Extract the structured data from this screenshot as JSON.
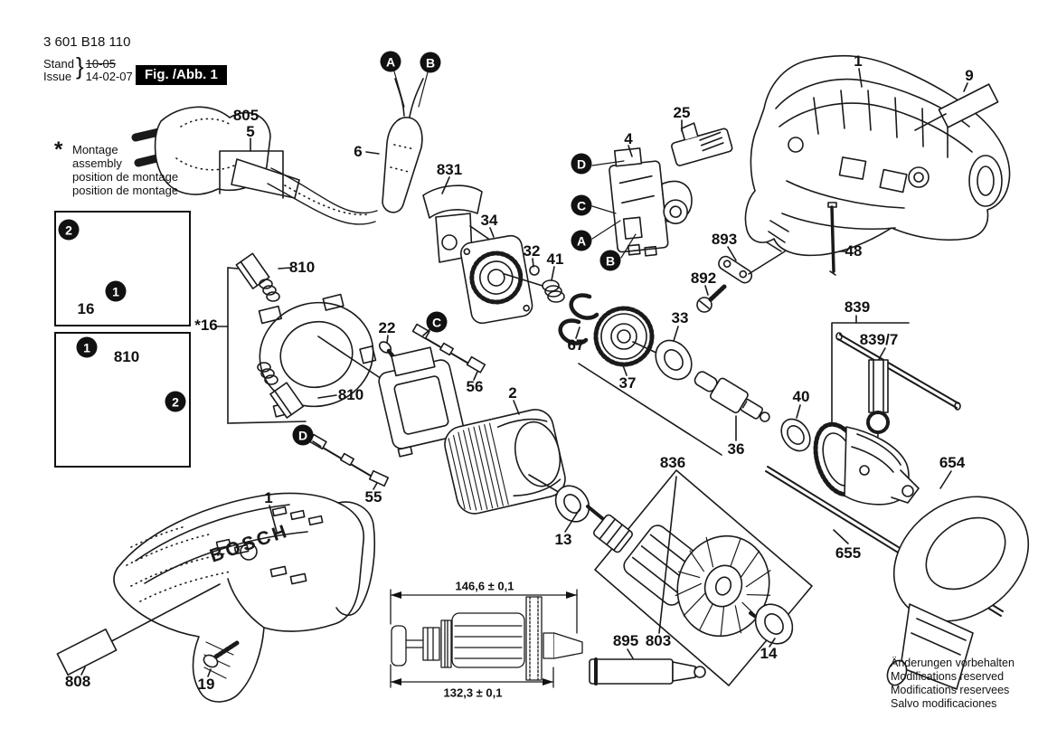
{
  "header": {
    "part_number": "3 601 B18 110",
    "stand_label": "Stand",
    "issue_label": "Issue",
    "brace": "}",
    "superseded_date": "10-05",
    "issue_date": "14-02-07",
    "figure_caption": "Fig. /Abb. 1"
  },
  "assembly_note": {
    "marker": "*",
    "lines": [
      "Montage",
      "assembly",
      "position de montage",
      "position de montage"
    ]
  },
  "footer": {
    "lines": [
      "Änderungen vorbehalten",
      "Modifications reserved",
      "Modifications reservees",
      "Salvo modificaciones"
    ]
  },
  "brand": "BOSCH",
  "dimensions": {
    "overall_length": "146,6 ± 0,1",
    "core_length": "132,3 ± 0,1"
  },
  "inset_top": {
    "step1": "1",
    "step2": "2",
    "part": "16"
  },
  "inset_bottom": {
    "step1": "1",
    "step2": "2",
    "part": "810"
  },
  "wire_markers": {
    "a": "A",
    "b": "B",
    "c": "C",
    "d": "D"
  },
  "callouts": {
    "cord_assembly": "805",
    "cord": "5",
    "cable_sleeve": "6",
    "cover": "831",
    "bearing_flange": "34",
    "ball": "32",
    "spring": "41",
    "switch": "4",
    "slider": "25",
    "housing": "1",
    "nameplate": "9",
    "screw_long": "48",
    "cable_clamp": "893",
    "clamp_screw": "892",
    "chuck_key_set": "839",
    "chuck_key": "839/7",
    "aux_handle": "654",
    "depth_gauge": "655",
    "brush_plate": "*16",
    "carbon_brush": "810",
    "brush_screw": "22",
    "wire_56": "56",
    "wire_55": "55",
    "field": "2",
    "retaining_ring": "67",
    "gear": "37",
    "bearing_33": "33",
    "washer_40": "40",
    "spindle": "36",
    "gear_assembly": "836",
    "bearing_13": "13",
    "armature": "803",
    "bearing_14": "14",
    "grease_tube": "895",
    "motor_housing": "1",
    "label_sticker": "808",
    "screw_19": "19"
  }
}
